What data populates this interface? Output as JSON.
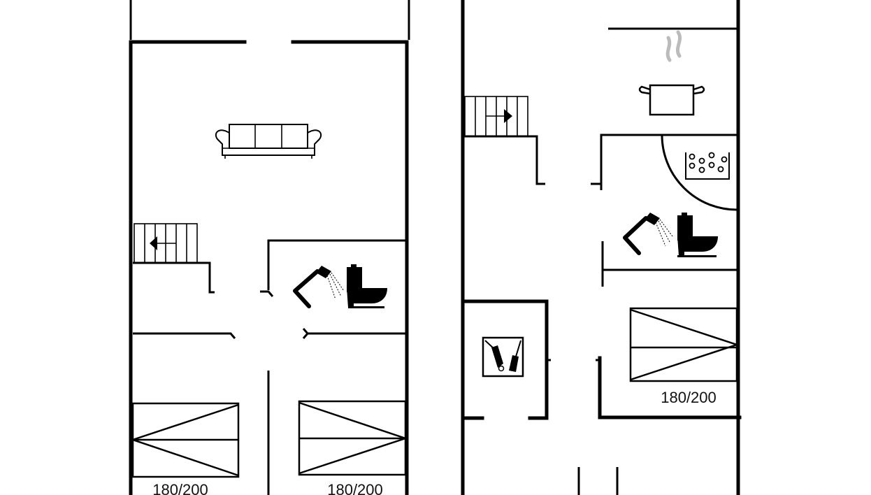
{
  "floorplan": {
    "left_plan": {
      "bed_labels": [
        "180/200",
        "180/200"
      ]
    },
    "right_plan": {
      "bed_labels": [
        "180/200"
      ]
    }
  },
  "colors": {
    "wall": "#000000",
    "steam": "#bbbbbb",
    "background": "#ffffff"
  }
}
